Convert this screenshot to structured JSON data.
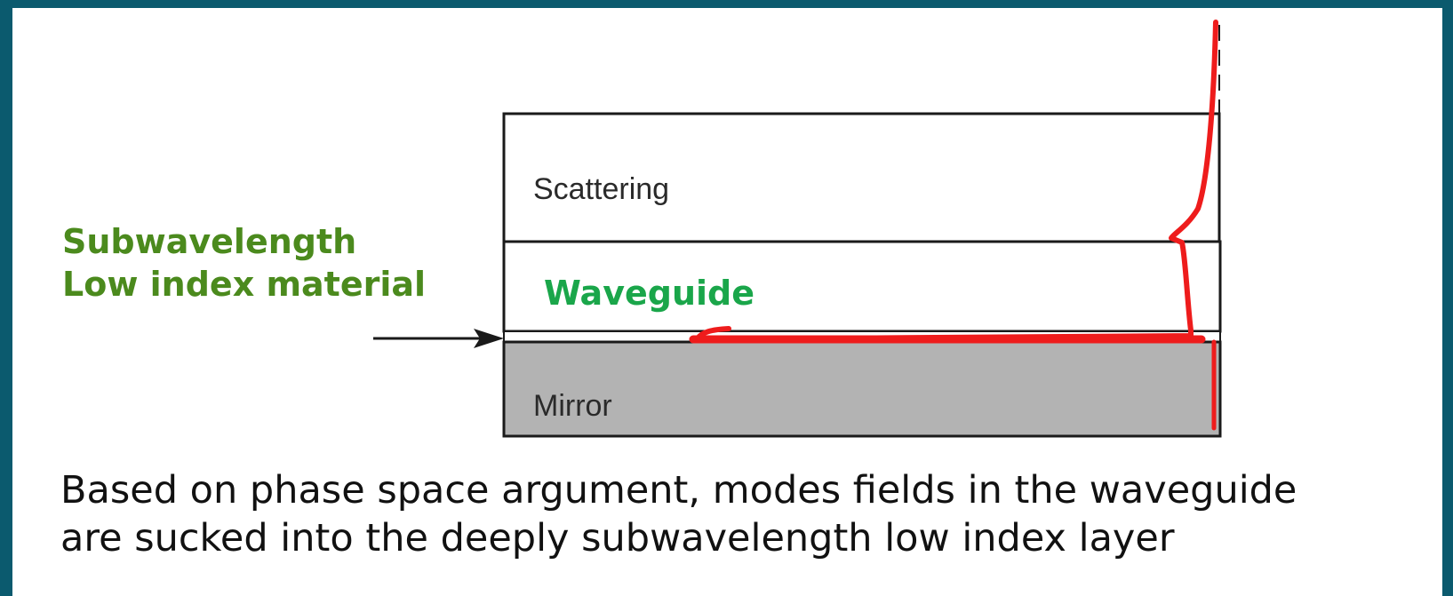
{
  "diagram": {
    "layers": {
      "scattering": "Scattering",
      "waveguide": "Waveguide",
      "mirror": "Mirror"
    },
    "annotation": {
      "line1": "Subwavelength",
      "line2": "Low index material"
    },
    "caption": {
      "line1": "Based on phase space argument, modes fields in the waveguide",
      "line2": "are sucked into the deeply subwavelength low index layer"
    },
    "colors": {
      "frame": "#0b5a6e",
      "waveguide_label": "#1aa64a",
      "annotation": "#4b8a1d",
      "field_profile": "#ee1c1c",
      "mirror_fill": "#b3b3b3"
    }
  }
}
